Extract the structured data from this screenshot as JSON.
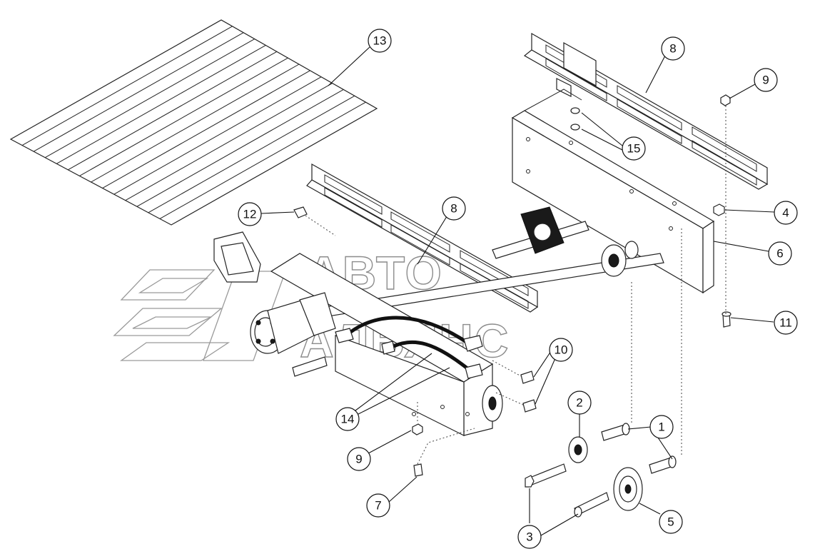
{
  "diagram": {
    "callouts": [
      {
        "id": "c13",
        "label": "13"
      },
      {
        "id": "c8a",
        "label": "8"
      },
      {
        "id": "c8b",
        "label": "8"
      },
      {
        "id": "c9a",
        "label": "9"
      },
      {
        "id": "c9b",
        "label": "9"
      },
      {
        "id": "c15",
        "label": "15"
      },
      {
        "id": "c4",
        "label": "4"
      },
      {
        "id": "c6",
        "label": "6"
      },
      {
        "id": "c12",
        "label": "12"
      },
      {
        "id": "c11",
        "label": "11"
      },
      {
        "id": "c10",
        "label": "10"
      },
      {
        "id": "c14",
        "label": "14"
      },
      {
        "id": "c2",
        "label": "2"
      },
      {
        "id": "c1",
        "label": "1"
      },
      {
        "id": "c7",
        "label": "7"
      },
      {
        "id": "c5",
        "label": "5"
      },
      {
        "id": "c3",
        "label": "3"
      }
    ],
    "watermark": {
      "line1": "АВТО",
      "line2": "АЛЬЯНС"
    }
  }
}
